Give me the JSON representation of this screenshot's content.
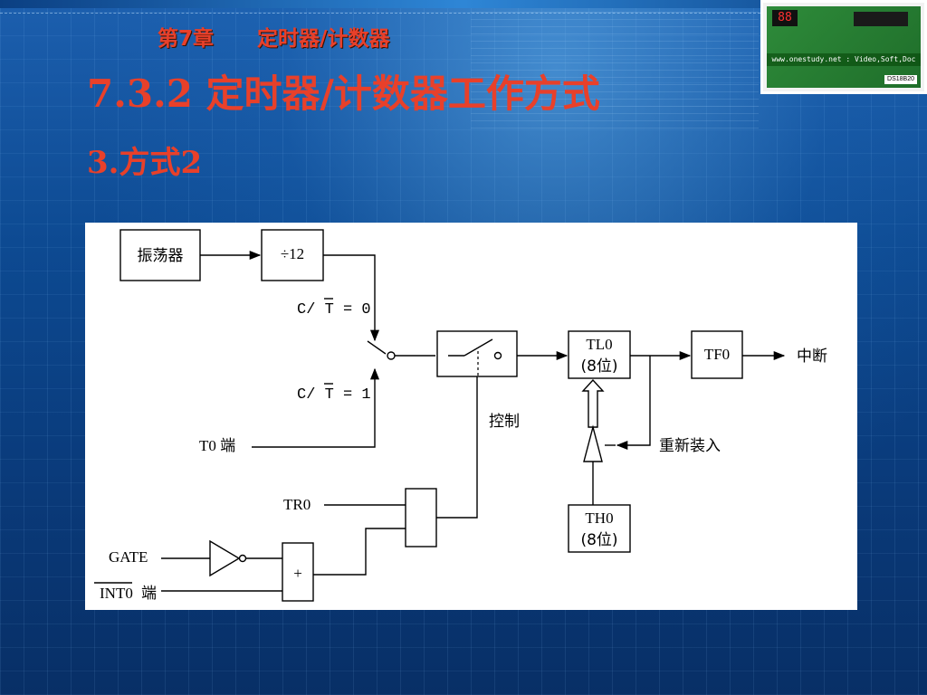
{
  "header": {
    "chapter": "第7章      定时器/计数器",
    "title": "7.3.2 定时器/计数器工作方式",
    "subtitle": "3.方式2"
  },
  "photo": {
    "led_digits": "88",
    "url_text": "www.onestudy.net : Video,Soft,Doc",
    "tag": "DS18B20"
  },
  "diagram": {
    "oscillator": "振荡器",
    "divider": "÷12",
    "ct_zero": "C/ T = 0",
    "ct_one": "C/ T = 1",
    "t0_pin": "T0 端",
    "control": "控制",
    "tl0_line1": "TL0",
    "tl0_line2": "(8位)",
    "tf0": "TF0",
    "interrupt": "中断",
    "reload": "重新装入",
    "th0_line1": "TH0",
    "th0_line2": "(8位)",
    "tr0": "TR0",
    "gate": "GATE",
    "plus": "+",
    "int0": "INT0",
    "int0_suffix": "端"
  },
  "colors": {
    "title_red": "#e8402a",
    "bg_blue": "#0d4a92"
  }
}
